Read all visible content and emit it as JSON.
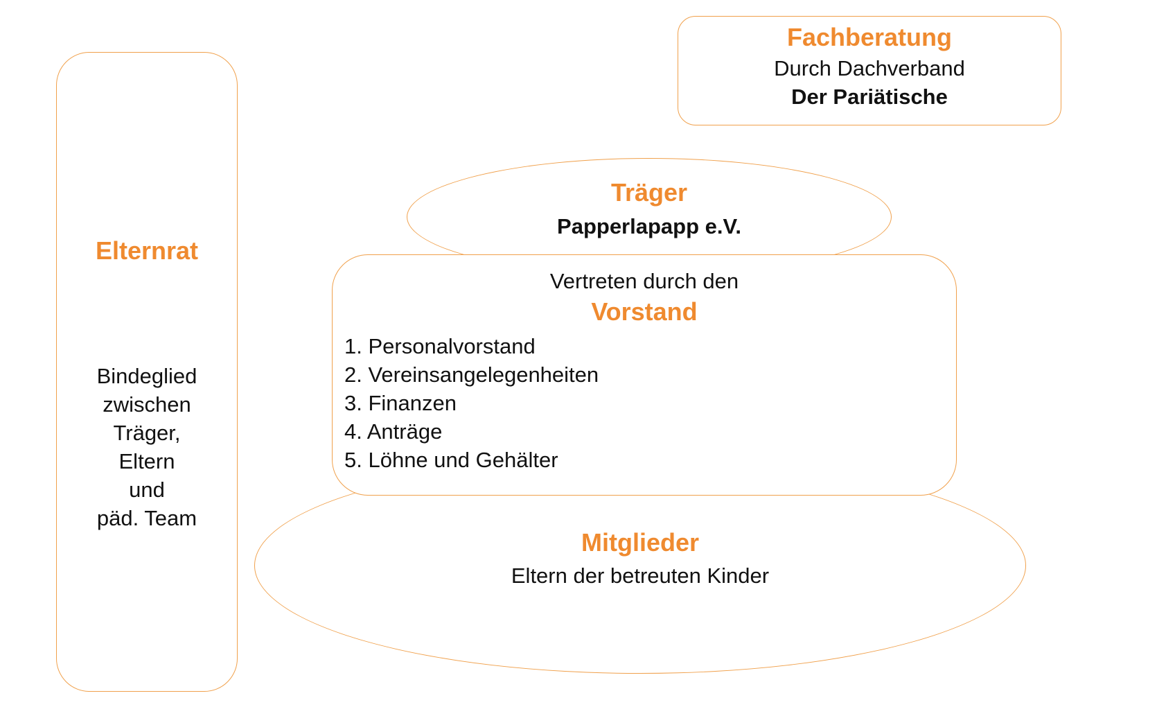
{
  "fachberatung": {
    "title": "Fachberatung",
    "line1": "Durch Dachverband",
    "line2": "Der Pariätische"
  },
  "traeger": {
    "title": "Träger",
    "name": "Papperlapapp e.V."
  },
  "vorstand": {
    "intro": "Vertreten durch den",
    "title": "Vorstand",
    "items": [
      "1. Personalvorstand",
      "2. Vereinsangelegenheiten",
      "3. Finanzen",
      "4. Anträge",
      "5. Löhne und Gehälter"
    ]
  },
  "mitglieder": {
    "title": "Mitglieder",
    "description": "Eltern der betreuten Kinder"
  },
  "elternrat": {
    "title": "Elternrat",
    "lines": [
      "Bindeglied",
      "zwischen",
      "Träger,",
      "Eltern",
      "und",
      "päd. Team"
    ]
  },
  "colors": {
    "accent": "#ef8a2f",
    "border": "#f0a04b",
    "text": "#111111"
  }
}
